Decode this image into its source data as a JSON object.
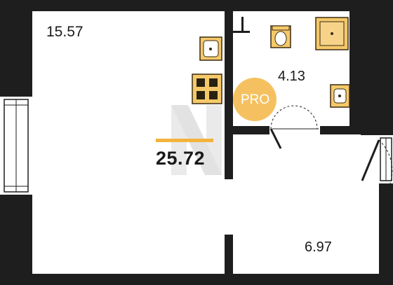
{
  "rooms": {
    "living_area": "15.57",
    "bathroom_area": "4.13",
    "hallway_area": "6.97"
  },
  "total_area": "25.72",
  "badge": {
    "label": "PRO"
  },
  "colors": {
    "wall": "#1e1e1e",
    "fixture_fill": "#f5c96a",
    "fixture_stroke": "#3a2a10",
    "accent": "#f3b33d",
    "watermark": "#c9c9c9"
  },
  "icons": [
    "kitchen-sink-icon",
    "stove-icon",
    "toilet-icon",
    "shower-tray-icon",
    "bathroom-sink-icon",
    "window-icon",
    "door-swing-icon",
    "watermark-logo"
  ]
}
